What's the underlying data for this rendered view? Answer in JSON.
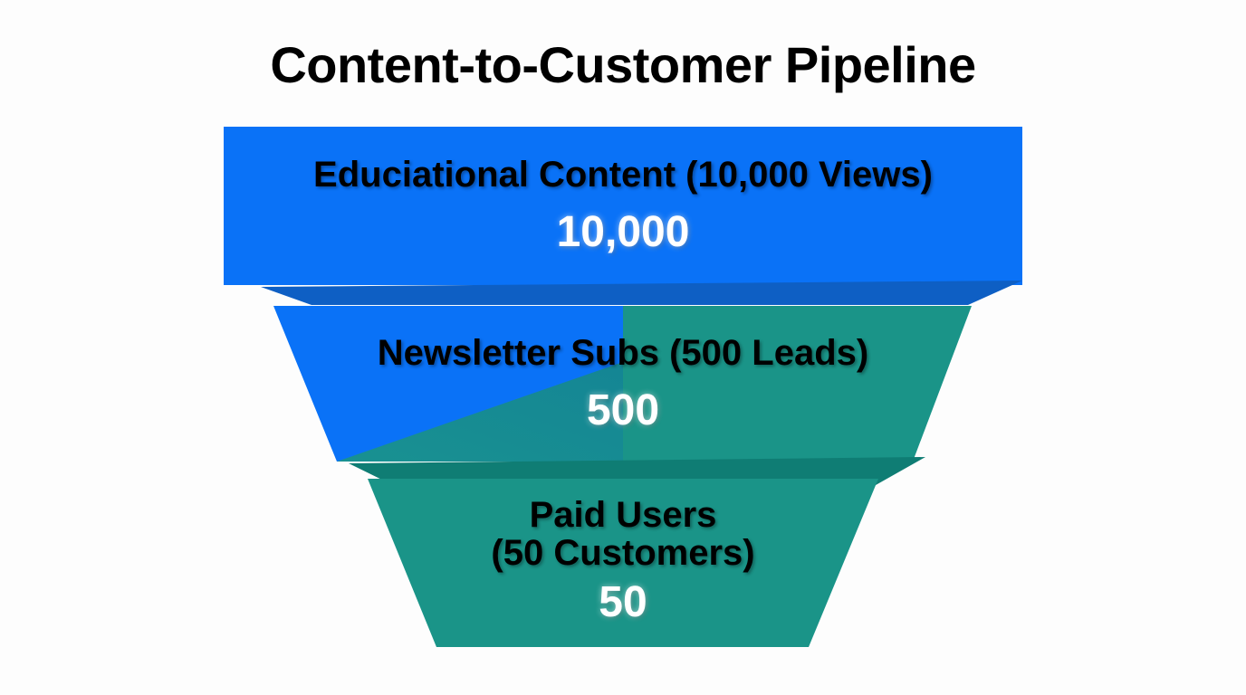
{
  "chart_data": {
    "type": "funnel",
    "title": "Content-to-Customer Pipeline",
    "xlabel": "",
    "ylabel": "",
    "grid": false,
    "legend": "none",
    "background": "#fdfdfd",
    "stages": [
      {
        "label": "Educiational Content (10,000 Views)",
        "label_lines": [
          "Educiational Content (10,000 Views)"
        ],
        "value": 10000,
        "value_text": "10,000",
        "color": "#0a72f7",
        "shadow_color": "#0e5fc4",
        "percent_of_top": 100
      },
      {
        "label": "Newsletter Subs (500 Leads)",
        "label_lines": [
          "Newsletter Subs (500 Leads)"
        ],
        "value": 500,
        "value_text": "500",
        "color": "#0a72f7",
        "color_secondary": "#1a9488",
        "shadow_color": "#0f7d74",
        "percent_of_top": 5
      },
      {
        "label": "Paid Users (50 Customers)",
        "label_lines": [
          "Paid Users",
          "(50 Customers)"
        ],
        "value": 50,
        "value_text": "50",
        "color": "#1a9488",
        "shadow_color": "#13857b",
        "percent_of_top": 0.5
      }
    ],
    "categories": [
      "Educiational Content (10,000 Views)",
      "Newsletter Subs (500 Leads)",
      "Paid Users (50 Customers)"
    ],
    "values": [
      10000,
      500,
      50
    ],
    "value_labels": [
      "10,000",
      "500",
      "50"
    ]
  },
  "colors": {
    "blue": "#0a72f7",
    "blue_dark": "#0e5fc4",
    "teal": "#1a9488",
    "teal_dark": "#0f7d74",
    "teal_blend": "#15878c",
    "label_text": "#000000",
    "value_text": "#ffffff",
    "background": "#fdfdfd"
  }
}
